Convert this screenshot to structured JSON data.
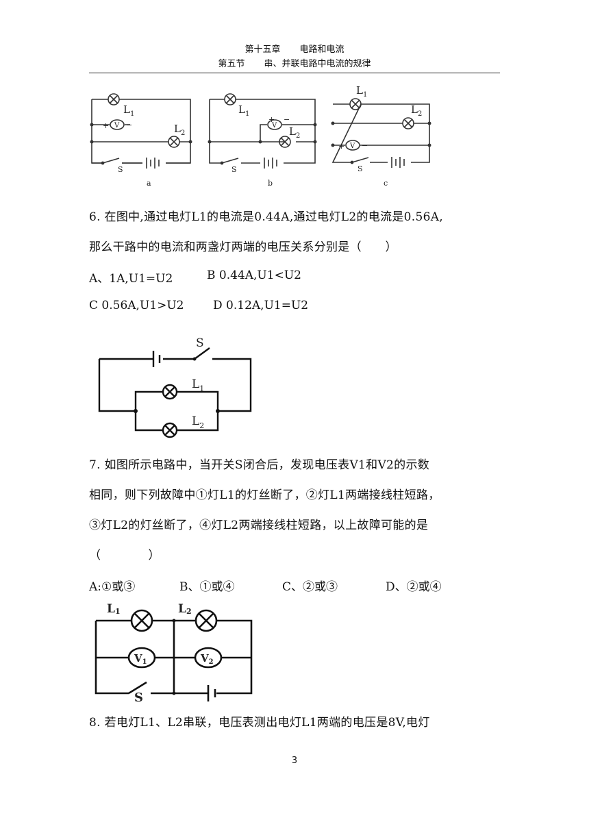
{
  "header": {
    "chapter": "第十五章",
    "chapter_title": "电路和电流",
    "section": "第五节",
    "section_title": "串、并联电路中电流的规律"
  },
  "figures": {
    "top": {
      "a": {
        "caption": "a",
        "l1": "L",
        "l1_sub": "1",
        "l2": "L",
        "l2_sub": "2",
        "v": "V",
        "plus": "+",
        "minus": "−",
        "switch": "S"
      },
      "b": {
        "caption": "b",
        "l1": "L",
        "l1_sub": "1",
        "l2": "L",
        "l2_sub": "2",
        "v": "V",
        "plus": "+",
        "minus": "−",
        "switch": "S"
      },
      "c": {
        "caption": "c",
        "l1": "L",
        "l1_sub": "1",
        "l2": "L",
        "l2_sub": "2",
        "v": "V",
        "plus": "+",
        "minus": "−",
        "switch": "S"
      }
    },
    "q6": {
      "switch": "S",
      "l1": "L",
      "l1_sub": "1",
      "l2": "L",
      "l2_sub": "2"
    },
    "q7": {
      "l1": "L",
      "l1_sub": "1",
      "l2": "L",
      "l2_sub": "2",
      "v1": "V",
      "v1_sub": "1",
      "v2": "V",
      "v2_sub": "2",
      "switch": "S"
    }
  },
  "questions": {
    "q6": {
      "line1": "6. 在图中,通过电灯L1的电流是0.44A,通过电灯L2的电流是0.56A,",
      "line2": "那么干路中的电流和两盏灯两端的电压关系分别是（　　）",
      "options": {
        "a": "A、1A,U1=U2",
        "b": "B 0.44A,U1<U2",
        "c": "C 0.56A,U1>U2",
        "d": "D 0.12A,U1=U2"
      }
    },
    "q7": {
      "line1": "7. 如图所示电路中，当开关S闭合后，发现电压表V1和V2的示数",
      "line2": "相同，则下列故障中①灯L1的灯丝断了，②灯L1两端接线柱短路，",
      "line3": "③灯L2的灯丝断了，④灯L2两端接线柱短路，以上故障可能的是",
      "line4": "（　　　　）",
      "options": {
        "a": "A:①或③",
        "b": "B、①或④",
        "c": "C、②或③",
        "d": "D、②或④"
      }
    },
    "q8": {
      "line1": "8. 若电灯L1、L2串联，电压表测出电灯L1两端的电压是8V,电灯"
    }
  },
  "footer": {
    "page_number": "3"
  }
}
